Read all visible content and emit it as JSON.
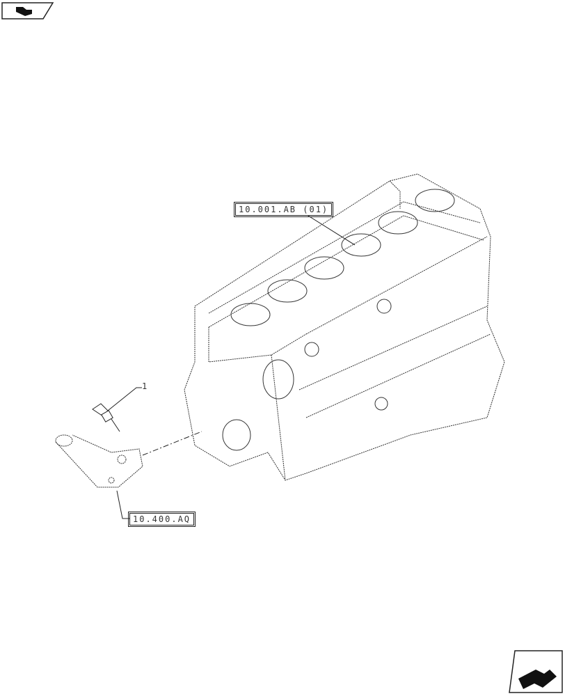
{
  "nav": {
    "back_icon": "book-open-left-icon",
    "forward_icon": "book-open-arrow-right-icon"
  },
  "callouts": {
    "block_ref": "10.001.AB (01)",
    "pipe_ref": "10.400.AQ",
    "item_1": "1"
  }
}
